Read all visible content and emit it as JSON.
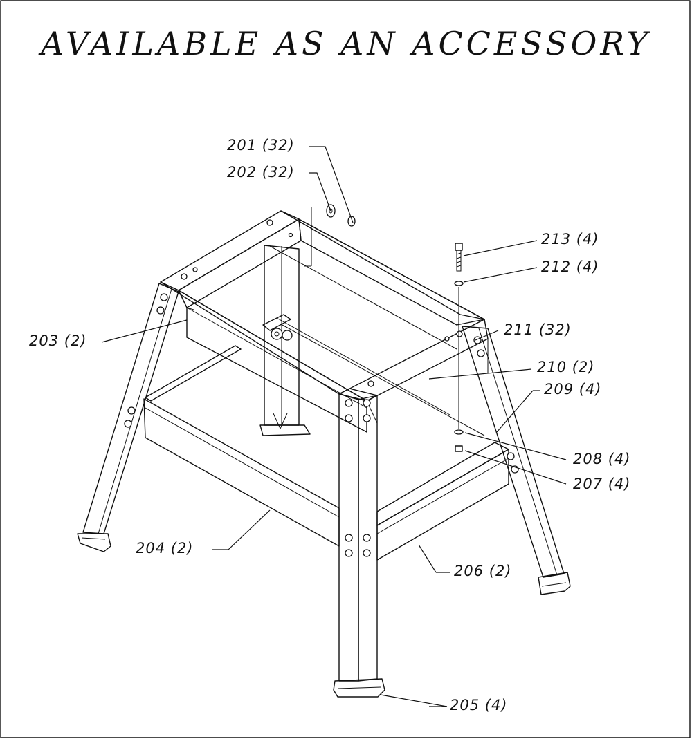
{
  "title": "AVAILABLE AS AN ACCESSORY",
  "callouts": {
    "c201": "201 (32)",
    "c202": "202 (32)",
    "c203": "203 (2)",
    "c204": "204 (2)",
    "c205": "205 (4)",
    "c206": "206 (2)",
    "c207": "207 (4)",
    "c208": "208 (4)",
    "c209": "209 (4)",
    "c210": "210 (2)",
    "c211": "211 (32)",
    "c212": "212 (4)",
    "c213": "213 (4)"
  }
}
